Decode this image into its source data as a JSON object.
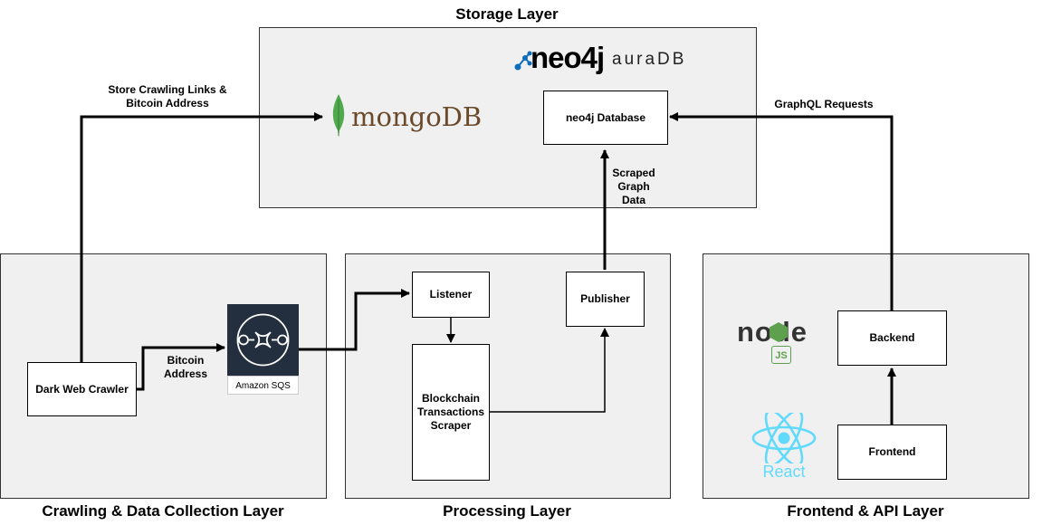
{
  "layers": {
    "storage": "Storage Layer",
    "crawling": "Crawling & Data Collection Layer",
    "processing": "Processing Layer",
    "frontend_api": "Frontend & API Layer"
  },
  "nodes": {
    "neo4j_db": "neo4j Database",
    "dark_web_crawler": "Dark Web Crawler",
    "listener": "Listener",
    "publisher": "Publisher",
    "scraper": "Blockchain\nTransactions\nScraper",
    "backend": "Backend",
    "frontend": "Frontend"
  },
  "logos": {
    "neo4j_wordmark": "neo4j",
    "auradb_wordmark": "auraDB",
    "mongodb_wordmark": "mongoDB",
    "amazon_sqs": "Amazon SQS",
    "node_wordmark": "node",
    "node_js_badge": "JS",
    "react_wordmark": "React"
  },
  "edge_labels": {
    "store_crawling": "Store Crawling Links &\nBitcoin Address",
    "bitcoin_address": "Bitcoin\nAddress",
    "scraped_graph_data": "Scraped\nGraph\nData",
    "graphql_requests": "GraphQL Requests"
  },
  "colors": {
    "layer_bg": "#f0f0f0",
    "sqs_bg": "#232f3e",
    "mongo_green": "#4fa94d",
    "mongo_text": "#6b4a2b",
    "neo4j_blue": "#0a6ebd",
    "node_green": "#5fa04e",
    "react_cyan": "#61dafb"
  }
}
